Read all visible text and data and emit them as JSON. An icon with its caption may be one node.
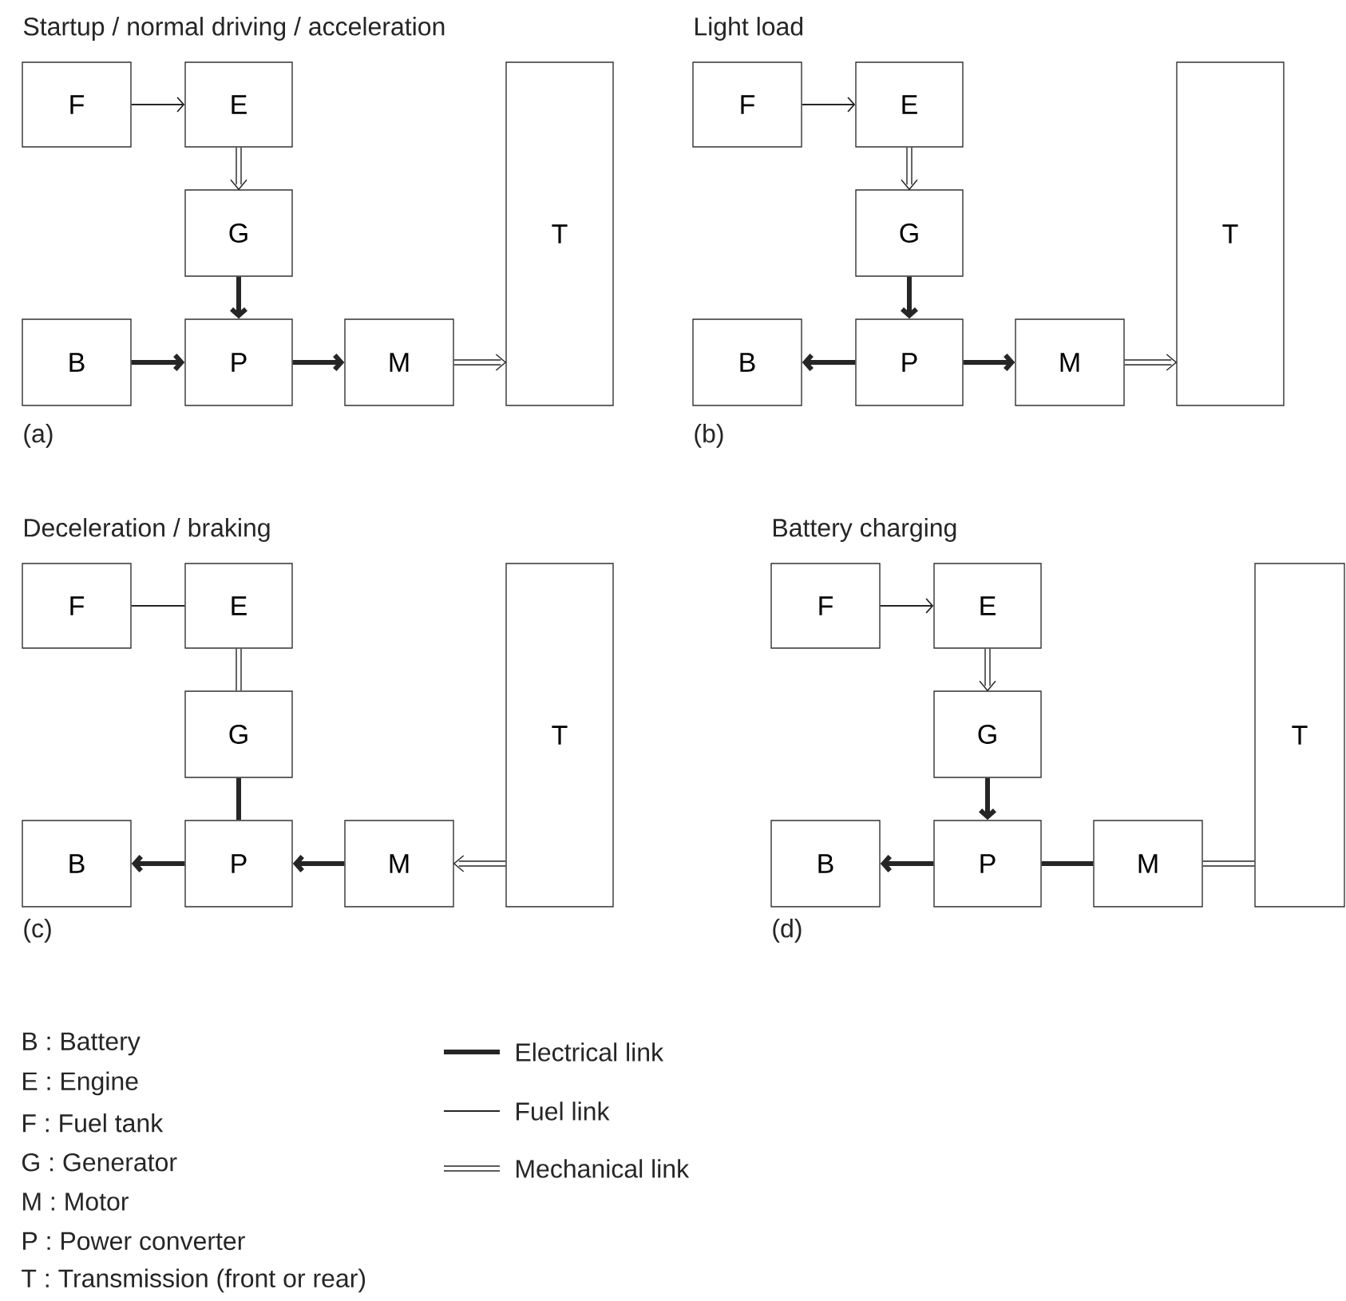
{
  "diagram": {
    "nodes": [
      {
        "text": [
          "F"
        ]
      },
      {
        "text": [
          "E"
        ]
      },
      {
        "text": [
          "T"
        ]
      },
      {
        "text": [
          "G"
        ]
      },
      {
        "text": [
          "B"
        ]
      },
      {
        "text": [
          "P"
        ]
      },
      {
        "text": [
          "M"
        ]
      },
      {
        "text": [
          "F"
        ]
      },
      {
        "text": [
          "E"
        ]
      },
      {
        "text": [
          "T"
        ]
      },
      {
        "text": [
          "G"
        ]
      },
      {
        "text": [
          "B"
        ]
      },
      {
        "text": [
          "P"
        ]
      },
      {
        "text": [
          "M"
        ]
      },
      {
        "text": [
          "F"
        ]
      },
      {
        "text": [
          "E"
        ]
      },
      {
        "text": [
          "T"
        ]
      },
      {
        "text": [
          "G"
        ]
      },
      {
        "text": [
          "B"
        ]
      },
      {
        "text": [
          "P"
        ]
      },
      {
        "text": [
          "M"
        ]
      },
      {
        "text": [
          "F"
        ]
      },
      {
        "text": [
          "E"
        ]
      },
      {
        "text": [
          "T"
        ]
      },
      {
        "text": [
          "G"
        ]
      },
      {
        "text": [
          "B"
        ]
      },
      {
        "text": [
          "P"
        ]
      },
      {
        "text": [
          "M"
        ]
      }
    ],
    "edges": [
      {
        "from": 0,
        "to": 1,
        "arrow": "to"
      },
      {
        "from": 1,
        "to": 3,
        "arrow": "to"
      },
      {
        "from": 3,
        "to": 5,
        "arrow": "to",
        "style": "thick"
      },
      {
        "from": 4,
        "to": 5,
        "arrow": "to",
        "style": "thick"
      },
      {
        "from": 5,
        "to": 6,
        "arrow": "to",
        "style": "thick"
      },
      {
        "from": 6,
        "to": 2,
        "arrow": "to"
      },
      {
        "from": 7,
        "to": 8,
        "arrow": "to"
      },
      {
        "from": 8,
        "to": 10,
        "arrow": "to"
      },
      {
        "from": 10,
        "to": 12,
        "arrow": "to",
        "style": "thick"
      },
      {
        "from": 12,
        "to": 11,
        "arrow": "to",
        "style": "thick"
      },
      {
        "from": 12,
        "to": 13,
        "arrow": "to",
        "style": "thick"
      },
      {
        "from": 13,
        "to": 9,
        "arrow": "to"
      },
      {
        "from": 14,
        "to": 15,
        "arrow": "none"
      },
      {
        "from": 15,
        "to": 17,
        "arrow": "none"
      },
      {
        "from": 17,
        "to": 19,
        "arrow": "none",
        "style": "thick"
      },
      {
        "from": 19,
        "to": 18,
        "arrow": "to",
        "style": "thick"
      },
      {
        "from": 20,
        "to": 19,
        "arrow": "to",
        "style": "thick"
      },
      {
        "from": 16,
        "to": 20,
        "arrow": "to"
      },
      {
        "from": 21,
        "to": 22,
        "arrow": "to"
      },
      {
        "from": 22,
        "to": 24,
        "arrow": "to"
      },
      {
        "from": 24,
        "to": 26,
        "arrow": "to",
        "style": "thick"
      },
      {
        "from": 26,
        "to": 25,
        "arrow": "to",
        "style": "thick"
      },
      {
        "from": 26,
        "to": 27,
        "arrow": "none",
        "style": "thick"
      },
      {
        "from": 27,
        "to": 23,
        "arrow": "none"
      }
    ],
    "labels": [
      "Startup / normal driving / acceleration",
      "Light load",
      "(a)",
      "(b)",
      "Deceleration / braking",
      "Battery charging",
      "(c)",
      "(d)",
      "B : Battery",
      "E : Engine",
      "F : Fuel tank",
      "G : Generator",
      "M : Motor",
      "P : Power converter",
      "T : Transmission (front or rear)"
    ],
    "legend": [
      {
        "text": "Electrical link"
      },
      {
        "text": "Fuel link"
      },
      {
        "text": "Mechanical link"
      }
    ]
  }
}
